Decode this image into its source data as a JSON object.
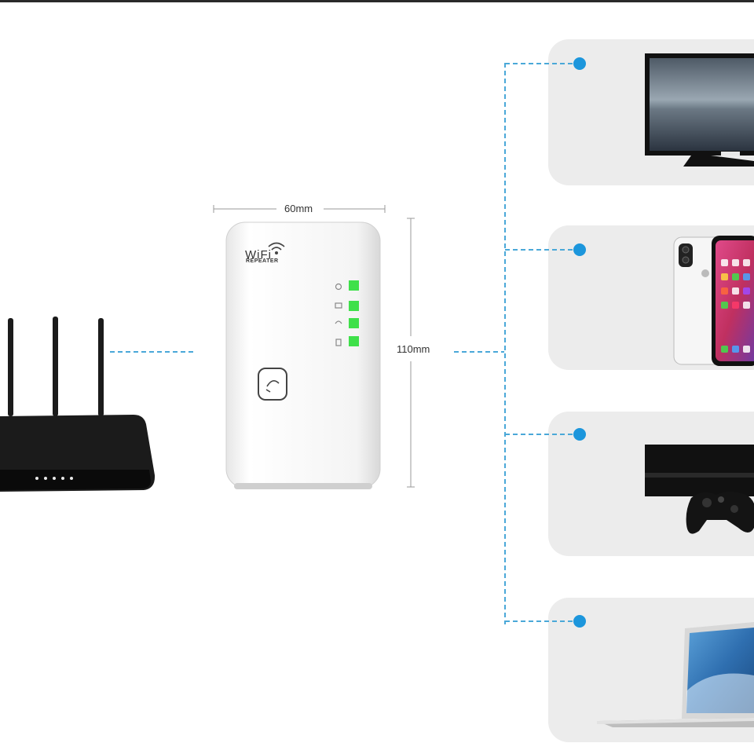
{
  "dimensions": {
    "width_label": "60mm",
    "height_label": "110mm"
  },
  "repeater": {
    "brand_line1": "WiFi",
    "brand_line2": "REPEATER",
    "led_color": "#3fe04a"
  },
  "devices": [
    {
      "id": "tv",
      "icon": "monitor-icon"
    },
    {
      "id": "smartphone",
      "icon": "smartphone-icon"
    },
    {
      "id": "game-console",
      "icon": "game-console-icon"
    },
    {
      "id": "laptop",
      "icon": "laptop-icon"
    }
  ],
  "colors": {
    "connector": "#4aa8d8",
    "panel": "#ececec",
    "router": "#1b1b1b"
  }
}
